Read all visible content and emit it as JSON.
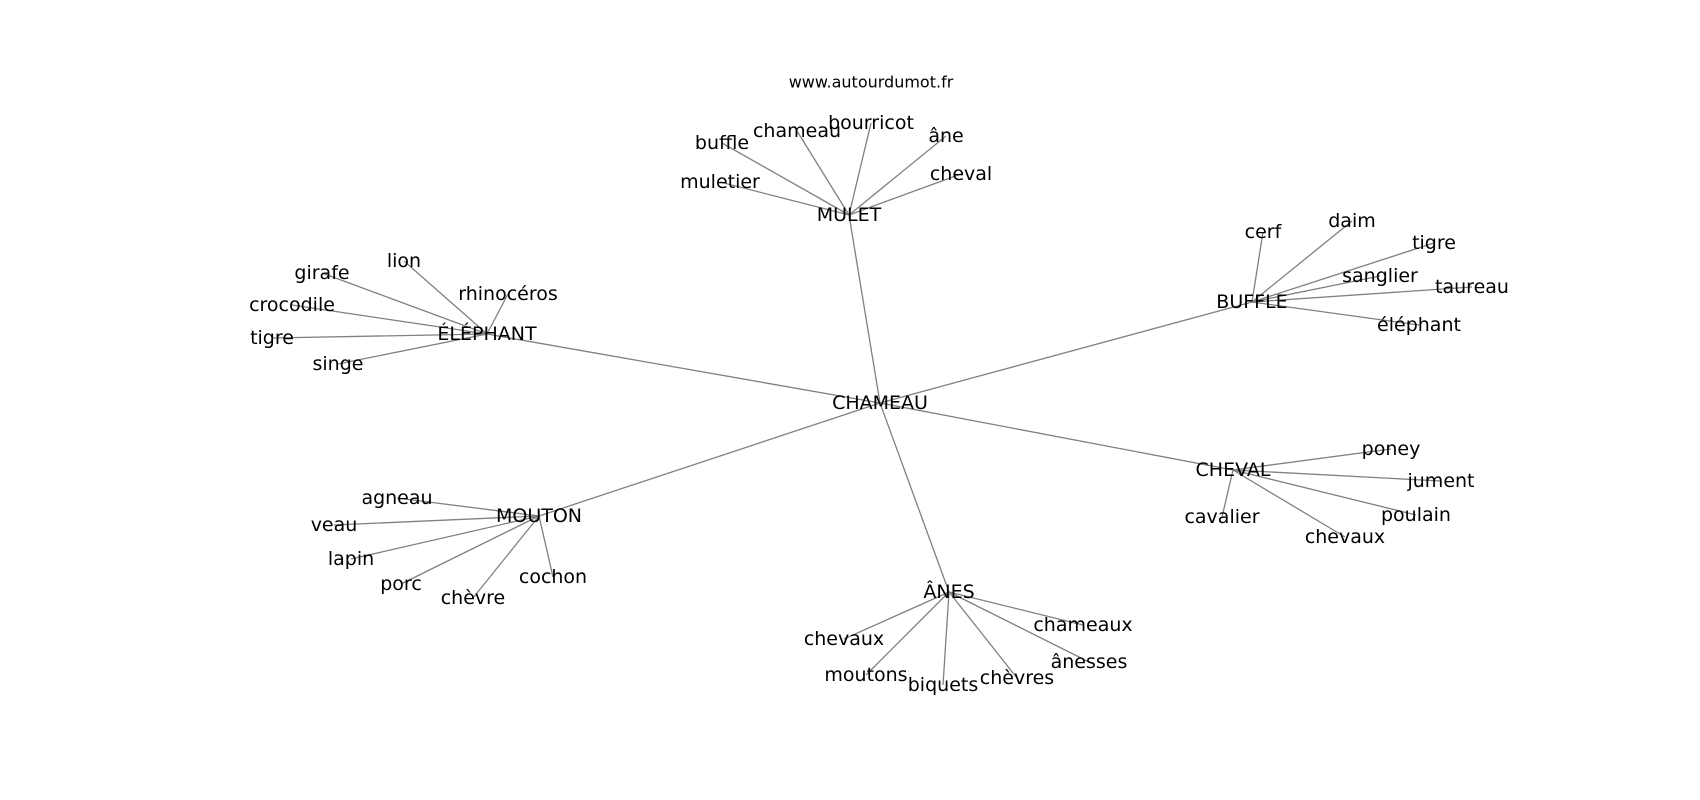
{
  "source": "www.autourdumot.fr",
  "graph": {
    "center": "CHAMEAU",
    "clusters": [
      {
        "label": "MULET",
        "neighbors": [
          "buffle",
          "chameau",
          "bourricot",
          "âne",
          "cheval",
          "muletier"
        ]
      },
      {
        "label": "BUFFLE",
        "neighbors": [
          "cerf",
          "daim",
          "tigre",
          "sanglier",
          "taureau",
          "éléphant"
        ]
      },
      {
        "label": "ÉLÉPHANT",
        "neighbors": [
          "lion",
          "girafe",
          "rhinocéros",
          "crocodile",
          "tigre",
          "singe"
        ]
      },
      {
        "label": "MOUTON",
        "neighbors": [
          "agneau",
          "veau",
          "lapin",
          "porc",
          "chèvre",
          "cochon"
        ]
      },
      {
        "label": "ÂNES",
        "neighbors": [
          "chevaux",
          "chameaux",
          "ânesses",
          "moutons",
          "biquets",
          "chèvres"
        ]
      },
      {
        "label": "CHEVAL",
        "neighbors": [
          "poney",
          "jument",
          "poulain",
          "cavalier",
          "chevaux"
        ]
      }
    ]
  }
}
